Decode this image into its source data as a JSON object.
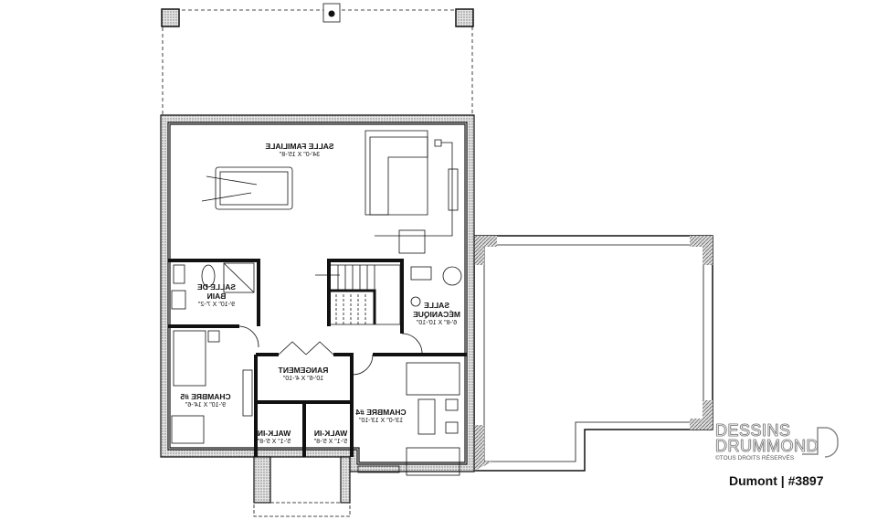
{
  "rooms": {
    "salle_familiale": {
      "name": "SALLE FAMILIALE",
      "dims": "34'-0\" X 15'-8\""
    },
    "salle_de_bain": {
      "name": "SALLE DE BAIN",
      "dims": "9'-10\" X 7'-2\""
    },
    "salle_mecanique": {
      "name": "SALLE MÉCANIQUE",
      "dims": "6'-8\" X 10'-10\""
    },
    "rangement": {
      "name": "RANGEMENT",
      "dims": "10'-6\" X 4'-10\""
    },
    "chambre_5": {
      "name": "CHAMBRE #5",
      "dims": "9'-10\" X 14'-6\""
    },
    "chambre_4": {
      "name": "CHAMBRE #4",
      "dims": "13'-0\" X 13'-10\""
    },
    "walk_in_1": {
      "name": "WALK-IN",
      "dims": "5'-1\" X 5'-8\""
    },
    "walk_in_2": {
      "name": "WALK-IN",
      "dims": "5'-1\" X 5'-8\""
    }
  },
  "text_mirrored": true,
  "brand": {
    "line1": "DESSINS",
    "line2": "DRUMMOND",
    "line3": "©TOUS DROITS RÉSERVÉS"
  },
  "plan_id": "Dumont | #3897",
  "colors": {
    "wall": "#111111",
    "hatch": "#9a9a9a",
    "background": "#ffffff"
  }
}
